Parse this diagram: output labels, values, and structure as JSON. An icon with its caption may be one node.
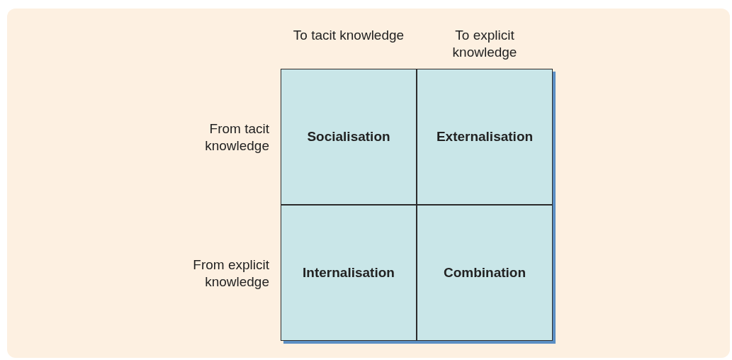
{
  "diagram": {
    "nodes": [
      {
        "text": [
          "Socialisation"
        ]
      },
      {
        "text": [
          "Externalisation"
        ]
      },
      {
        "text": [
          "Internalisation"
        ]
      },
      {
        "text": [
          "Combination"
        ]
      }
    ],
    "labels": [
      "To tacit knowledge",
      "To explicit knowledge",
      "From tacit knowledge",
      "From explicit knowledge"
    ]
  }
}
